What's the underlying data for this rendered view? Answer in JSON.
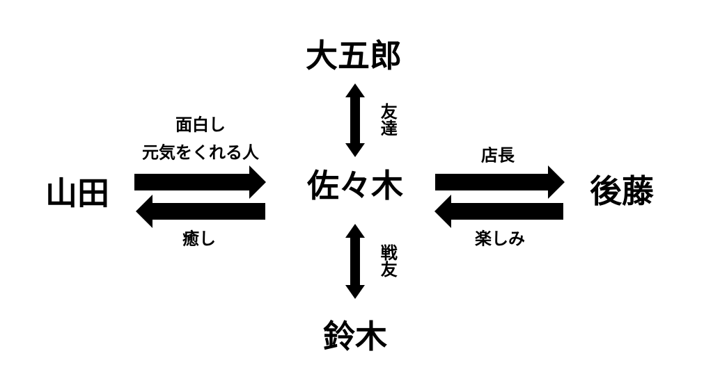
{
  "nodes": {
    "center": "佐々木",
    "top": "大五郎",
    "bottom": "鈴木",
    "left": "山田",
    "right": "後藤"
  },
  "edges": {
    "left_to_center_line1": "面白し",
    "left_to_center_line2": "元気をくれる人",
    "center_to_left": "癒し",
    "center_to_right": "店長",
    "right_to_center": "楽しみ",
    "top_center": "友達",
    "bottom_center": "戦友"
  },
  "colors": {
    "arrow": "#000000",
    "text": "#000000",
    "background": "#ffffff"
  }
}
